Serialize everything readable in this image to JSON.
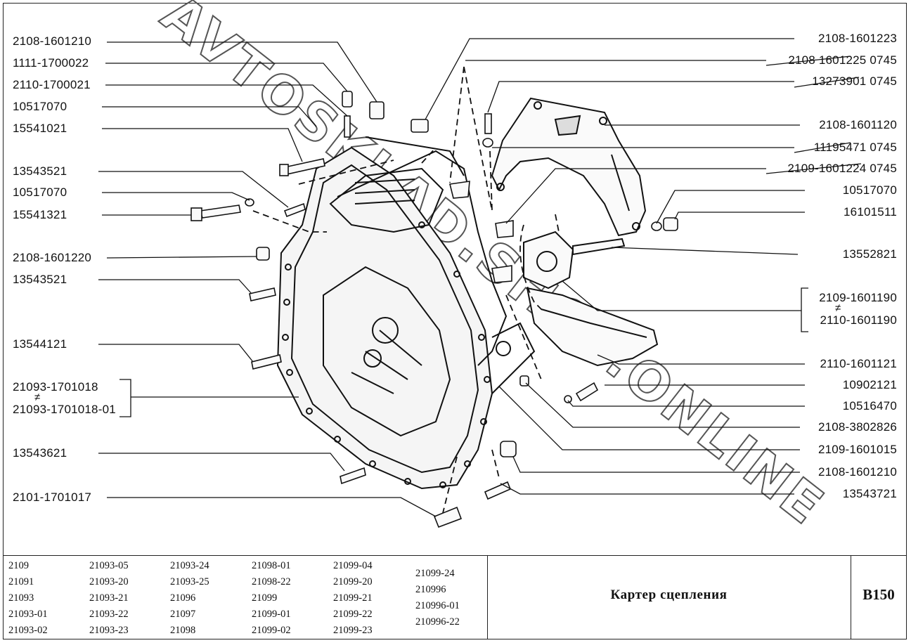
{
  "sheet": {
    "title": "Картер сцепления",
    "code": "B150",
    "watermark": "AVTOSKLAD.SHOP.ONLINE"
  },
  "labels_left": [
    "2108-1601210",
    "1111-1700022",
    "2110-1700021",
    "10517070",
    "15541021",
    "13543521",
    "10517070",
    "15541321",
    "2108-1601220",
    "13543521",
    "13544121",
    "21093-1701018",
    "21093-1701018-01",
    "13543621",
    "2101-1701017"
  ],
  "labels_right": [
    "2108-1601223",
    "2108 1601225  0745",
    "13273901  0745",
    "2108-1601120",
    "11195471  0745",
    "2109-1601224  0745",
    "10517070",
    "16101511",
    "13552821",
    "2109-1601190",
    "2110-1601190",
    "2110-1601121",
    "10902121",
    "10516470",
    "2108-3802826",
    "2109-1601015",
    "2108-1601210",
    "13543721"
  ],
  "alt_marks": [
    "≠",
    "≠"
  ],
  "models": [
    "2109",
    "21091",
    "21093",
    "21093-01",
    "21093-02",
    "21093-05",
    "21093-20",
    "21093-21",
    "21093-22",
    "21093-23",
    "21093-24",
    "21093-25",
    "21096",
    "21097",
    "21098",
    "21098-01",
    "21098-22",
    "21099",
    "21099-01",
    "21099-02",
    "21099-04",
    "21099-20",
    "21099-21",
    "21099-22",
    "21099-23",
    "21099-24",
    "210996",
    "210996-01",
    "210996-22"
  ]
}
